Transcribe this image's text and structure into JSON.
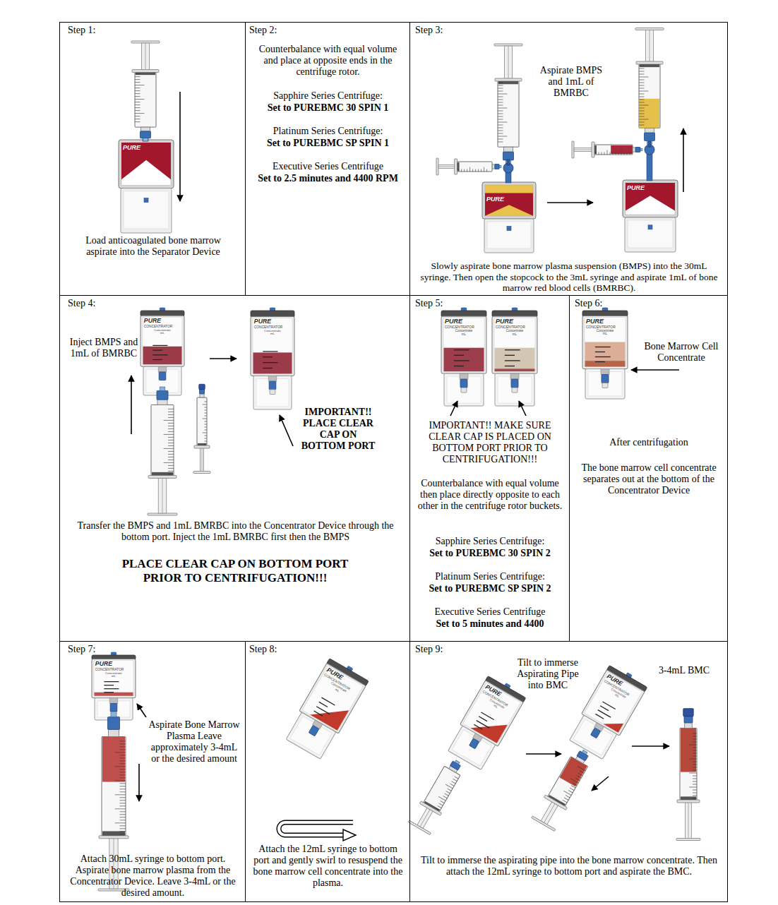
{
  "diagram": {
    "nodes": [
      {
        "text": [
          "Step 1:",
          "Load anticoagulated bone marrow aspirate into the Separator Device"
        ]
      },
      {
        "text": [
          "Step 2:",
          "Counterbalance with equal volume and place at opposite ends in the centrifuge rotor.",
          "Sapphire Series Centrifuge:",
          "Set to PUREBMC 30 SPIN 1",
          "Platinum Series Centrifuge:",
          "Set to PUREBMC SP SPIN 1",
          "Executive Series Centrifuge",
          "Set to 2.5 minutes and 4400 RPM"
        ]
      },
      {
        "text": [
          "Step 3:",
          "Aspirate BMPS and 1mL of BMRBC",
          "Slowly aspirate bone marrow plasma suspension (BMPS) into the 30mL syringe. Then open the stopcock to the 3mL syringe and aspirate 1mL of bone marrow red blood cells (BMRBC)."
        ]
      },
      {
        "text": [
          "Step 4:",
          "Inject BMPS and 1mL of BMRBC",
          "IMPORTANT!! PLACE CLEAR CAP ON BOTTOM PORT",
          "Transfer the BMPS and 1mL BMRBC into the Concentrator Device through the bottom port. Inject the 1mL BMRBC first then the BMPS",
          "PLACE CLEAR CAP ON BOTTOM PORT PRIOR TO CENTRIFUGATION!!!"
        ]
      },
      {
        "text": [
          "Step 5:",
          "IMPORTANT!! MAKE SURE CLEAR CAP IS PLACED ON BOTTOM PORT PRIOR TO CENTRIFUGATION!!!",
          "Counterbalance with equal volume then place directly opposite to each other in the centrifuge rotor buckets.",
          "Sapphire Series Centrifuge:",
          "Set to PUREBMC 30 SPIN 2",
          "Platinum Series Centrifuge:",
          "Set to PUREBMC SP SPIN 2",
          "Executive Series Centrifuge",
          "Set to 5 minutes and 4400"
        ]
      },
      {
        "text": [
          "Step 6:",
          "Bone Marrow Cell Concentrate",
          "After centrifugation",
          "The bone marrow cell concentrate separates out at the bottom of the Concentrator Device"
        ]
      },
      {
        "text": [
          "Step 7:",
          "Aspirate Bone Marrow Plasma Leave approximately 3-4mL or the desired amount",
          "Attach 30mL syringe to bottom port. Aspirate bone marrow plasma from the Concentrator Device. Leave 3-4mL or the desired amount."
        ]
      },
      {
        "text": [
          "Step 8:",
          "Attach the 12mL syringe to bottom port and gently swirl to resuspend the bone marrow cell concentrate into the plasma."
        ]
      },
      {
        "text": [
          "Step 9:",
          "Tilt to immerse Aspirating Pipe into BMC",
          "3-4mL BMC",
          "Tilt to immerse the aspirating pipe into the bone marrow concentrate. Then attach the 12mL syringe to bottom port and aspirate the BMC."
        ]
      }
    ],
    "labels": [
      "PURE",
      "PURE",
      "PURE",
      "PURE",
      "CONCENTRATOR",
      "Concentrate mL",
      "PURE",
      "CONCENTRATOR",
      "Concentrate mL",
      "PURE",
      "CONCENTRATOR",
      "Concentrate mL",
      "PURE",
      "CONCENTRATOR",
      "Concentrate mL",
      "PURE",
      "CONCENTRATOR",
      "Concentrate mL",
      "PURE",
      "CONCENTRATOR",
      "Concentrate mL",
      "PURE",
      "CONCENTRATOR",
      "Concentrate mL",
      "PURE",
      "CONCENTRATOR",
      "Concentrate mL",
      "PURE",
      "CONCENTRATOR",
      "Concentrate mL"
    ]
  }
}
